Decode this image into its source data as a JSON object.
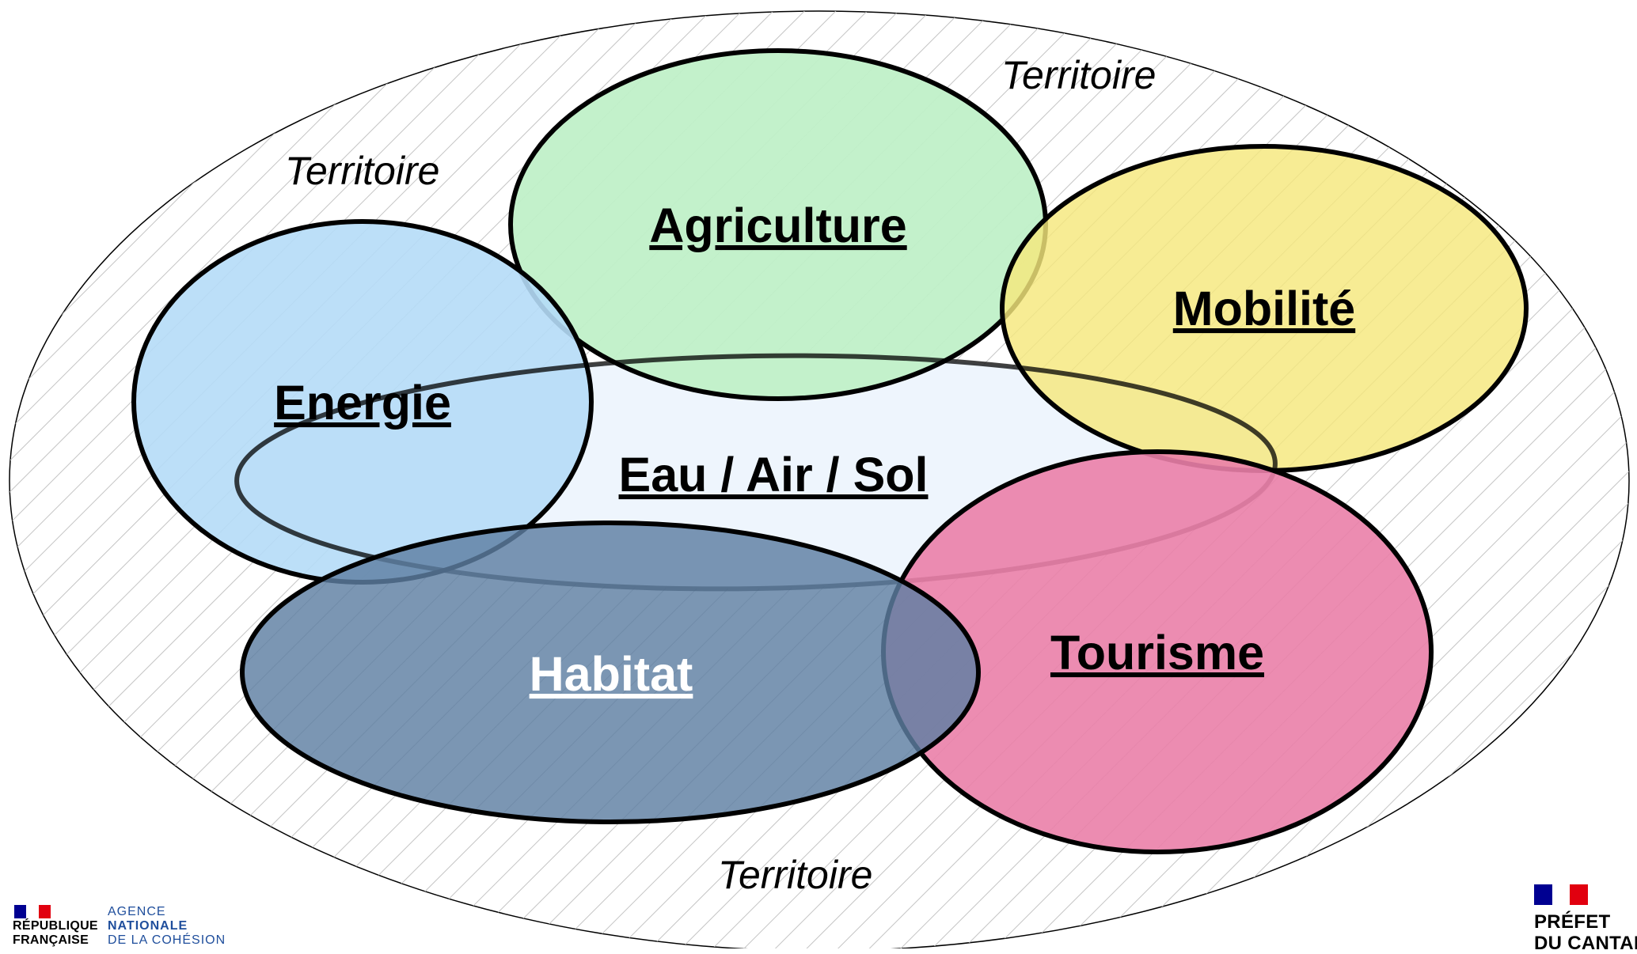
{
  "territory_labels": [
    "Territoire",
    "Territoire",
    "Territoire"
  ],
  "domains": {
    "agriculture": "Agriculture",
    "mobilite": "Mobilité",
    "energie": "Energie",
    "eau_air_sol": "Eau / Air / Sol",
    "habitat": "Habitat",
    "tourisme": "Tourisme"
  },
  "colors": {
    "agriculture": "#c0f0c8",
    "mobilite": "#f5e87c",
    "energie": "#b5dbf7",
    "eau_air_sol": "#eef5fd",
    "habitat": "#6b8aaa",
    "tourisme": "#ea80a8",
    "outline": "#000000",
    "hatch": "#c4c4c4"
  },
  "logos": {
    "left": {
      "republique": "RÉPUBLIQUE\nFRANÇAISE",
      "agence_line1": "AGENCE",
      "agence_line2": "NATIONALE",
      "agence_line3": "DE LA COHÉSION"
    },
    "right": {
      "prefet": "PRÉFET\nDU CANTAL"
    }
  }
}
